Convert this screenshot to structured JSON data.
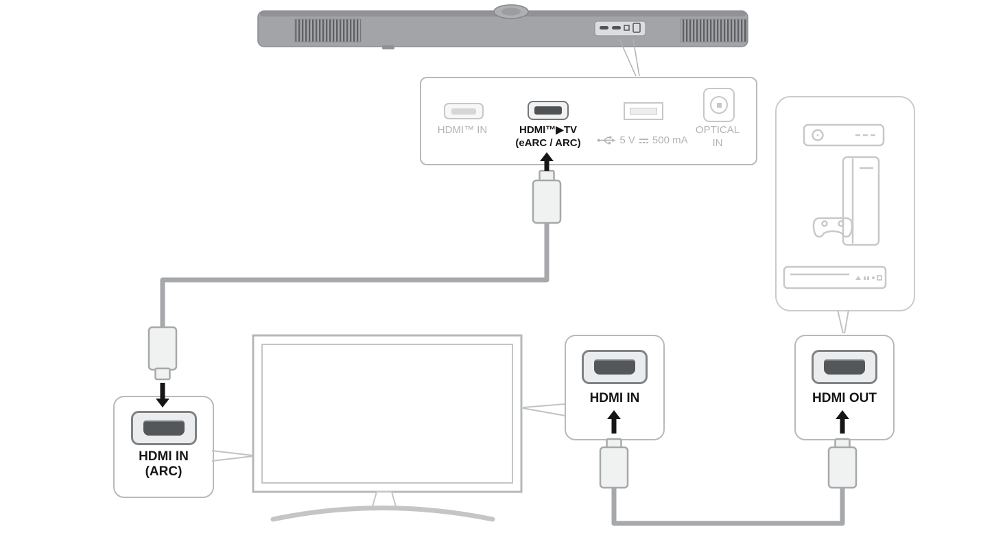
{
  "soundbar_panel": {
    "hdmi_in": {
      "label": "HDMI™ IN",
      "state": "inactive"
    },
    "hdmi_tv": {
      "label": "HDMI™▶TV",
      "sublabel": "(eARC / ARC)",
      "state": "active"
    },
    "usb": {
      "voltage": "5 V",
      "current": "500 mA",
      "icon": "usb-icon",
      "dc_icon": "dc-symbol-icon"
    },
    "optical": {
      "label_line1": "OPTICAL",
      "label_line2": "IN",
      "state": "inactive"
    }
  },
  "callouts": {
    "tv_arc": {
      "label_line1": "HDMI IN",
      "label_line2": "(ARC)"
    },
    "tv_hdmi_in": {
      "label": "HDMI IN"
    },
    "device_hdmi_out": {
      "label": "HDMI OUT"
    }
  },
  "devices": {
    "group_icons": [
      "set-top-box-icon",
      "game-console-icon",
      "blu-ray-player-icon"
    ]
  },
  "colors": {
    "cable": "#a6a8ab",
    "outline_gray": "#c0c2c4",
    "inactive_text": "#b2b4b6",
    "active_text": "#161616",
    "soundbar_body": "#a2a4a7",
    "arrow": "#161616"
  }
}
